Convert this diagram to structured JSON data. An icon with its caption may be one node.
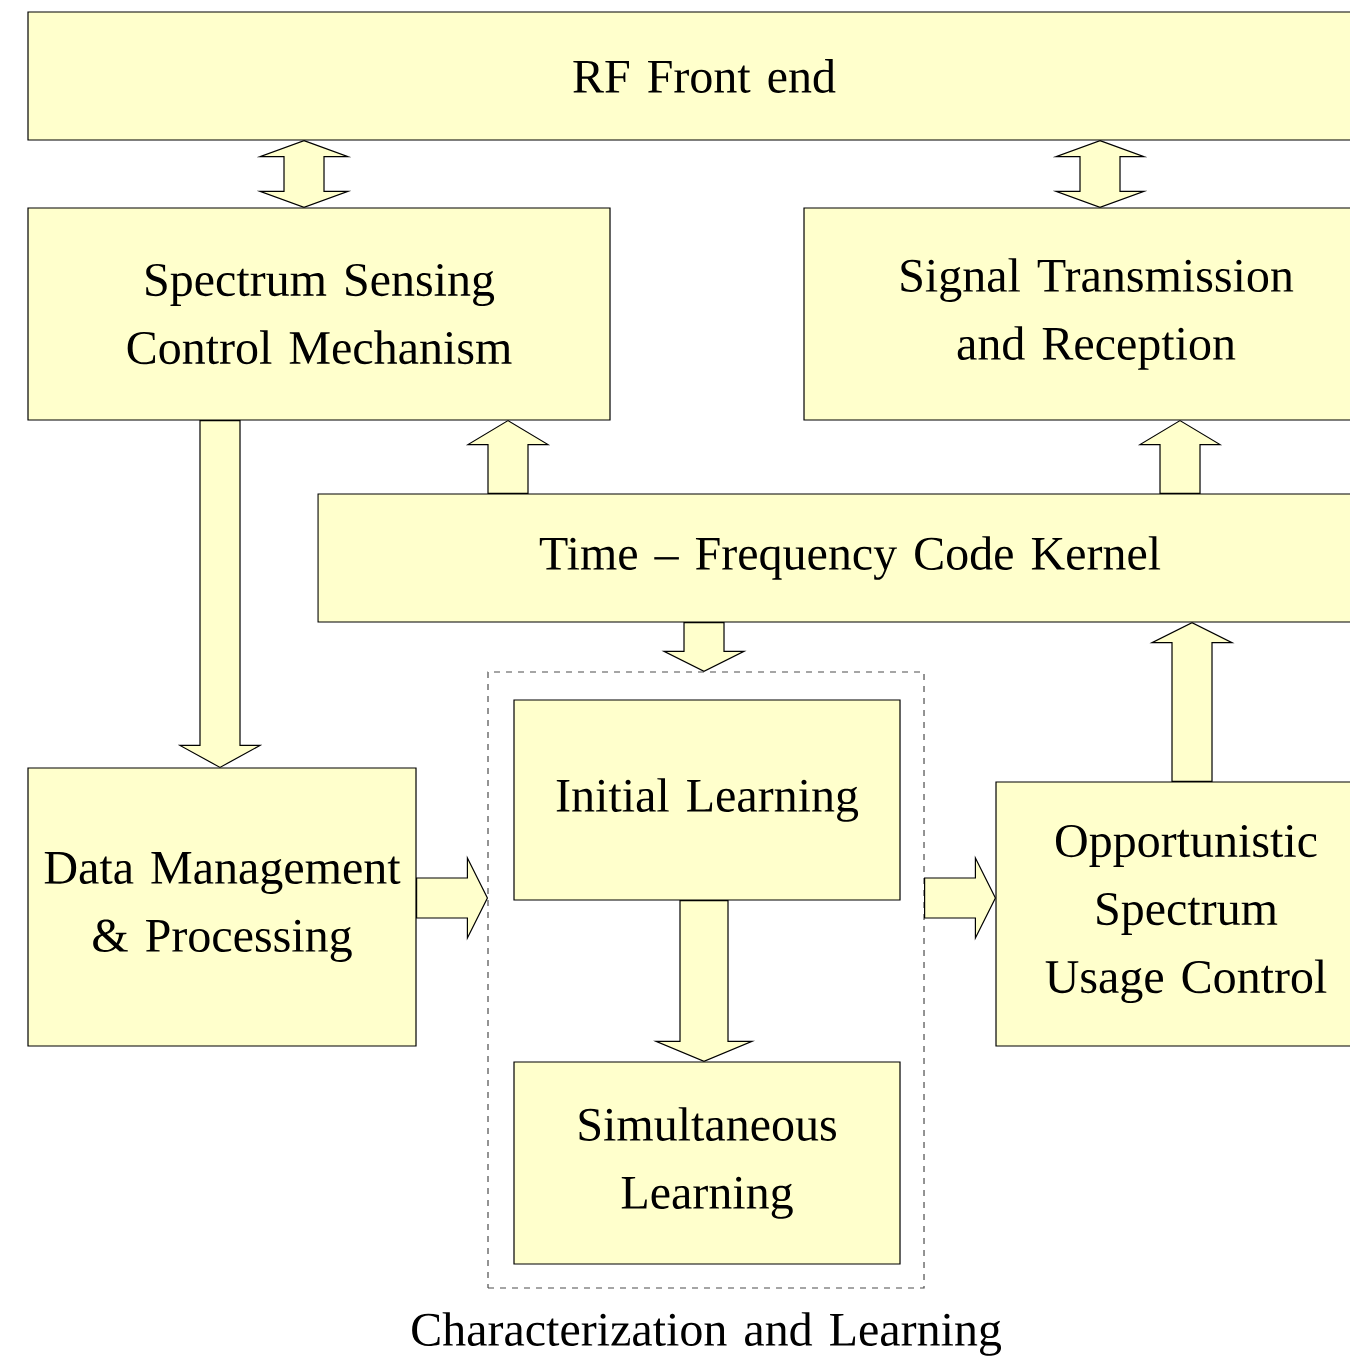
{
  "diagram": {
    "nodes": [
      {
        "text": [
          "RF Front end"
        ]
      },
      {
        "text": [
          "Spectrum Sensing Control Mechanism"
        ]
      },
      {
        "text": [
          "Signal Transmission and Reception"
        ]
      },
      {
        "text": [
          "Time – Frequency Code Kernel"
        ]
      },
      {
        "text": [
          "Data Management & Processing"
        ]
      },
      {
        "text": [
          "Characterization and Learning"
        ]
      },
      {
        "text": [
          "Initial Learning"
        ],
        "in": 5
      },
      {
        "text": [
          "Simultaneous Learning"
        ],
        "in": 5
      },
      {
        "text": [
          "Opportunistic Spectrum Usage Control"
        ]
      }
    ],
    "edges": [
      {
        "from": 0,
        "to": 1,
        "arrow": "both"
      },
      {
        "from": 0,
        "to": 2,
        "arrow": "both"
      },
      {
        "from": 3,
        "to": 1,
        "arrow": "to"
      },
      {
        "from": 3,
        "to": 2,
        "arrow": "to"
      },
      {
        "from": 1,
        "to": 4,
        "arrow": "to"
      },
      {
        "from": 3,
        "to": 5,
        "arrow": "to"
      },
      {
        "from": 4,
        "to": 5,
        "arrow": "to"
      },
      {
        "from": 5,
        "to": 8,
        "arrow": "to"
      },
      {
        "from": 6,
        "to": 7,
        "arrow": "to"
      },
      {
        "from": 8,
        "to": 3,
        "arrow": "to"
      }
    ]
  }
}
